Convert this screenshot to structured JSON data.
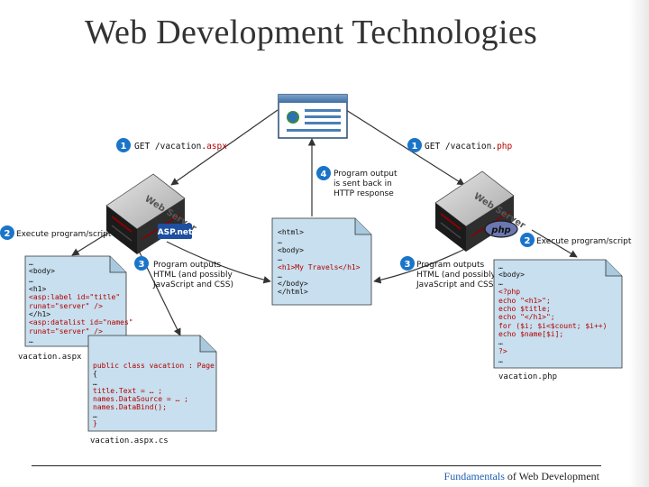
{
  "page": {
    "title": "Web Development Technologies",
    "footer_accent": "Fundamentals",
    "footer_rest": " of Web Development"
  },
  "colors": {
    "badge": "#1a75c9",
    "doc": "#c7dfee",
    "code": "#b30000",
    "server": "#222222",
    "arrow": "#333333"
  },
  "left": {
    "get_num": "1",
    "get_text": "GET /vacation.",
    "get_ext": "aspx",
    "exec_num": "2",
    "exec_text": "Execute program/script",
    "out_num": "3",
    "out_lines": [
      "Program outputs",
      "HTML (and possibly",
      "JavaScript and CSS)"
    ],
    "logo_text": "ASP.net",
    "server_label": "Web Server",
    "doc1_lines": [
      "…",
      "<body>",
      "  …",
      "<h1>",
      "   <asp:label id=\"title\"",
      "      runat=\"server\" />",
      "</h1>",
      "<asp:datalist id=\"names\"",
      "      runat=\"server\" />",
      "…"
    ],
    "doc1_caption": "vacation.aspx",
    "doc2_lines": [
      "public class vacation : Page",
      "{",
      "   …",
      "   title.Text = … ;",
      "   names.DataSource = … ;",
      "   names.DataBind();",
      "   …",
      "}"
    ],
    "doc2_caption": "vacation.aspx.cs"
  },
  "right": {
    "get_num": "1",
    "get_text": "GET /vacation.",
    "get_ext": "php",
    "exec_num": "2",
    "exec_text": "Execute program/script",
    "out_num": "3",
    "out_lines": [
      "Program outputs",
      "HTML (and possibly",
      "JavaScript and CSS)"
    ],
    "logo_text": "php",
    "server_label": "Web Server",
    "doc_lines": [
      "…",
      "<body>",
      "  …",
      "<?php",
      "  echo \"<h1>\";",
      "  echo $title;",
      "  echo \"</h1>\";",
      "  for ($i; $i<$count; $i++)",
      "      echo $name[$i];",
      "  …",
      "?>",
      "…"
    ],
    "doc_caption": "vacation.php"
  },
  "center": {
    "num": "4",
    "lines": [
      "Program output",
      "is sent back in",
      "HTTP response"
    ],
    "doc_lines": [
      "<html>",
      "  …",
      "<body>",
      "  …",
      "  <h1>My Travels</h1>",
      "  …",
      "</body>",
      "</html>"
    ]
  }
}
